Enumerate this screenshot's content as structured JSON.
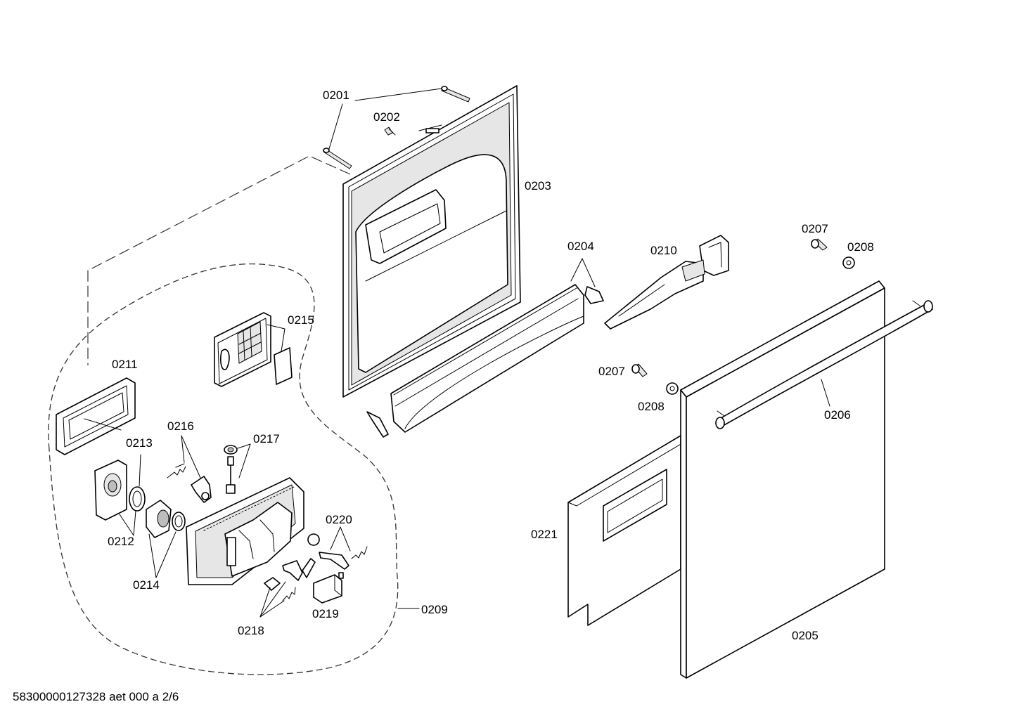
{
  "document": {
    "code": "58300000127328 aet 000 a 2/6"
  },
  "parts": {
    "p0201": "0201",
    "p0202": "0202",
    "p0203": "0203",
    "p0204": "0204",
    "p0205": "0205",
    "p0206": "0206",
    "p0207a": "0207",
    "p0207b": "0207",
    "p0208a": "0208",
    "p0208b": "0208",
    "p0209": "0209",
    "p0210": "0210",
    "p0211": "0211",
    "p0212": "0212",
    "p0213": "0213",
    "p0214": "0214",
    "p0215": "0215",
    "p0216": "0216",
    "p0217": "0217",
    "p0218": "0218",
    "p0219": "0219",
    "p0220": "0220",
    "p0221": "0221"
  }
}
